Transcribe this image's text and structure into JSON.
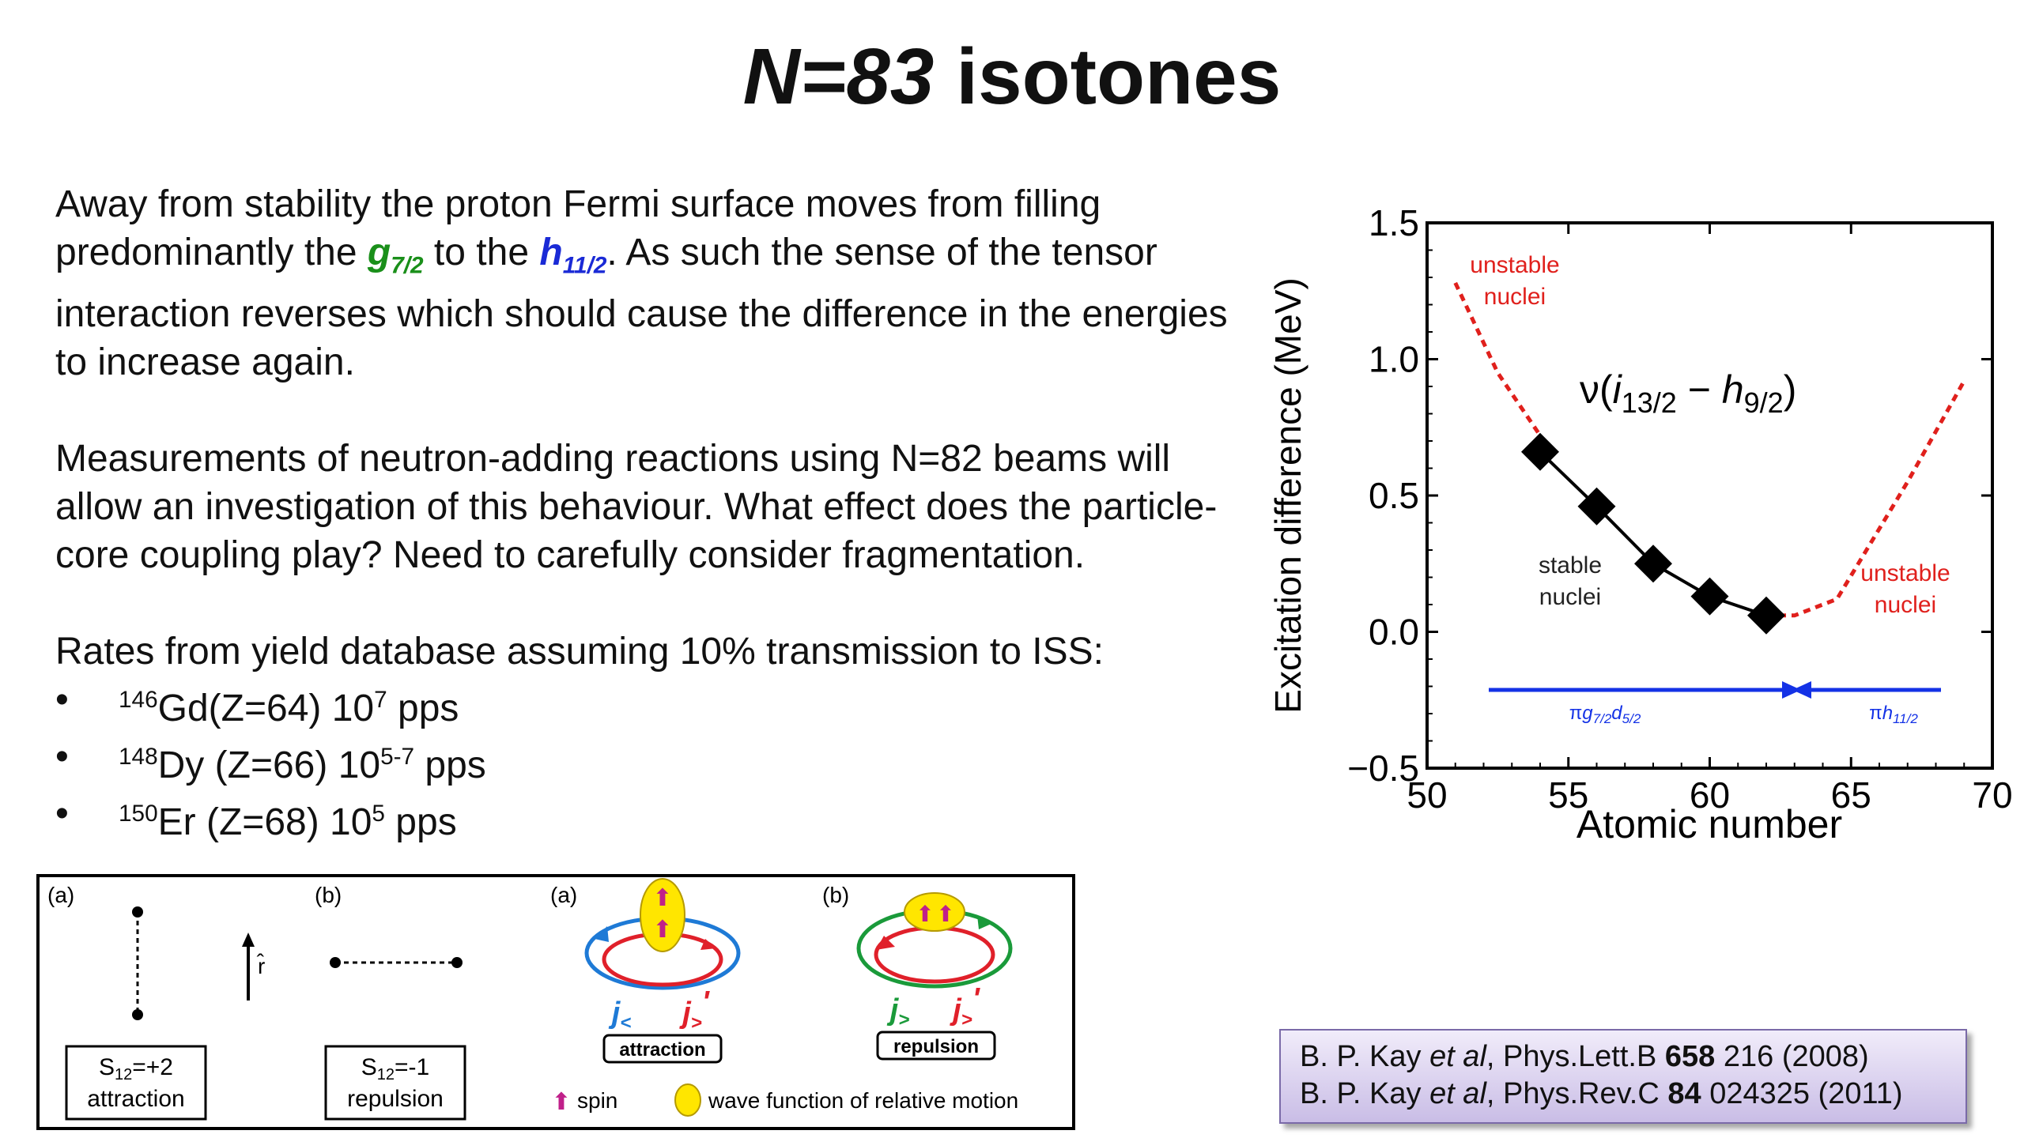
{
  "title": {
    "italic": "N=83",
    "rest": " isotones"
  },
  "para1": {
    "line1": "Away from stability the proton Fermi surface moves from filling predominantly the ",
    "g": "g",
    "g_sub": "7/2",
    "mid": " to the ",
    "h": "h",
    "h_sub": "11/2",
    "end": ". As such the sense of the tensor interaction reverses which should cause the difference in the energies to increase again."
  },
  "para2": "Measurements of neutron-adding reactions using N=82 beams will allow an investigation of this behaviour. What effect does the particle-core coupling play? Need to carefully consider fragmentation.",
  "rates": {
    "intro": "Rates from yield database assuming 10% transmission to ISS:",
    "items": [
      {
        "mass": "146",
        "el": "Gd(Z=64) 10",
        "exp": "7",
        "unit": " pps"
      },
      {
        "mass": "148",
        "el": "Dy (Z=66) 10",
        "exp": "5-7",
        "unit": " pps"
      },
      {
        "mass": "150",
        "el": "Er (Z=68) 10",
        "exp": "5",
        "unit": " pps"
      }
    ]
  },
  "chart_data": {
    "type": "scatter",
    "xlabel": "Atomic number",
    "ylabel": "Excitation difference (MeV)",
    "xlim": [
      50,
      70
    ],
    "ylim": [
      -0.5,
      1.5
    ],
    "xticks": [
      "50",
      "55",
      "60",
      "65",
      "70"
    ],
    "yticks": [
      "1.5",
      "1.0",
      "0.5",
      "0.0",
      "−0.5"
    ],
    "series": [
      {
        "name": "ν(i13/2 − h9/2)",
        "x": [
          54,
          56,
          58,
          60,
          62
        ],
        "y": [
          0.66,
          0.46,
          0.25,
          0.13,
          0.06
        ]
      }
    ],
    "dashed_left": {
      "x": [
        51,
        52.5,
        54
      ],
      "y": [
        1.28,
        0.95,
        0.72
      ]
    },
    "dashed_right": {
      "x": [
        62,
        63,
        64.5,
        67,
        69
      ],
      "y": [
        0.06,
        0.06,
        0.12,
        0.55,
        0.92
      ]
    },
    "label_formula": {
      "nu": "ν(",
      "i": "i",
      "i_sub": "13/2",
      "minus": " − ",
      "h": "h",
      "h_sub": "9/2",
      "close": ")"
    },
    "annotations": {
      "unstable_left": [
        "unstable",
        "nuclei"
      ],
      "stable": [
        "stable",
        "nuclei"
      ],
      "unstable_right": [
        "unstable",
        "nuclei"
      ],
      "arrow_left_label": {
        "pi": "π",
        "g": "g",
        "g_sub": "7/2",
        "d": "d",
        "d_sub": "5/2"
      },
      "arrow_right_label": {
        "pi": "π",
        "h": "h",
        "h_sub": "11/2"
      }
    },
    "colors": {
      "data": "#000000",
      "dashed": "#e0201c",
      "arrow": "#1432e6"
    }
  },
  "reference": {
    "line1": {
      "a": "B. P. Kay ",
      "etal": "et al",
      "b": ", Phys.Lett.B ",
      "vol": "658",
      "c": " 216 (2008)"
    },
    "line2": {
      "a": "B. P. Kay ",
      "etal": "et al",
      "b": ", Phys.Rev.C ",
      "vol": "84",
      "c": " 024325 (2011)"
    }
  },
  "diagram": {
    "label_a1": "(a)",
    "label_b1": "(b)",
    "label_a2": "(a)",
    "label_b2": "(b)",
    "rhat": "r̂",
    "s12_plus": {
      "s": "S",
      "sub": "12",
      "val": "=+2",
      "word": "attraction"
    },
    "s12_minus": {
      "s": "S",
      "sub": "12",
      "val": "=-1",
      "word": "repulsion"
    },
    "attraction": "attraction",
    "repulsion": "repulsion",
    "j_less": {
      "j": "j",
      "sub": "<"
    },
    "j_less_prime": {
      "j": "j",
      "sub": ">",
      "prime": "'"
    },
    "j_greater": {
      "j": "j",
      "sub": ">"
    },
    "j_greater_prime": {
      "j": "j",
      "sub": ">",
      "prime": "'"
    },
    "legend_spin": "spin",
    "legend_wf": "wave function of relative motion",
    "colors": {
      "blue": "#1e7ad6",
      "red": "#e0202a",
      "green": "#1a9a3a",
      "yellow": "#ffe600",
      "magenta": "#c0208a"
    }
  }
}
